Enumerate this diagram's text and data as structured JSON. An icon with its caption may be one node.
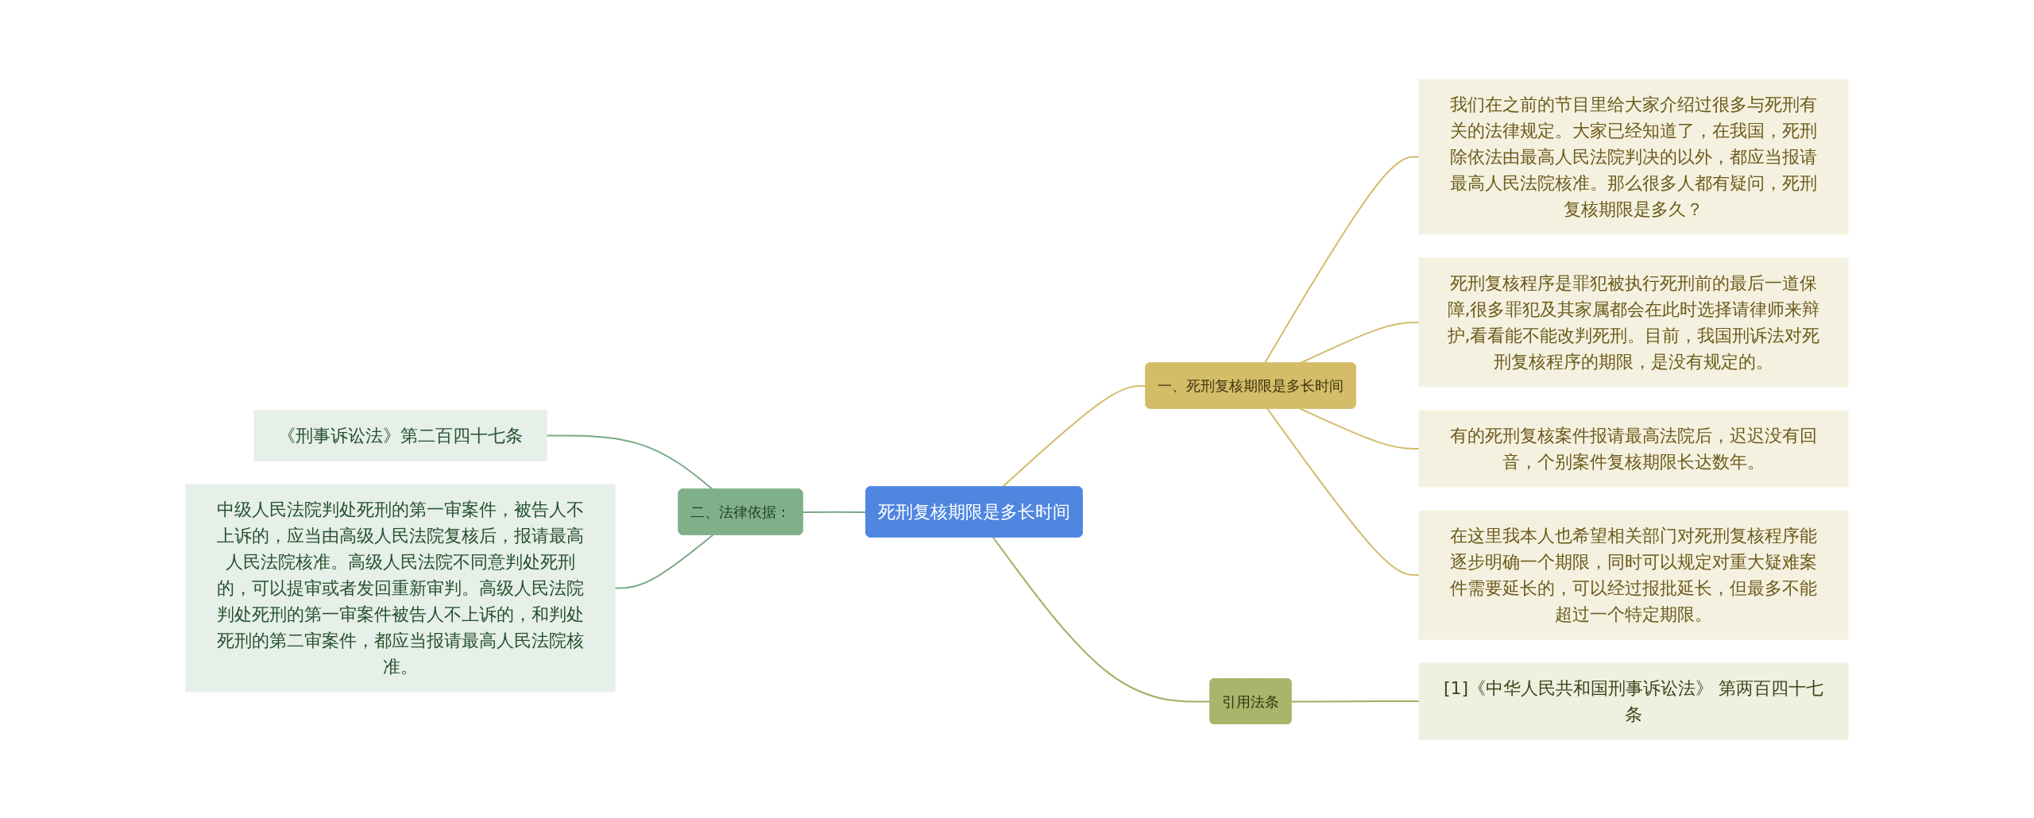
{
  "diagram": {
    "nodes": [
      {
        "text": [
          "死刑复核期限是多长时间"
        ]
      },
      {
        "text": [
          "一、死刑复核期限是多长时间"
        ]
      },
      {
        "text": [
          "我们在之前的节目里给大家介绍过很多与死刑有关的法律规定。大家已经知道了，在我国，死刑除依法由最高人民法院判决的以外，都应当报请最高人民法院核准。那么很多人都有疑问，死刑复核期限是多久？"
        ]
      },
      {
        "text": [
          "死刑复核程序是罪犯被执行死刑前的最后一道保障,很多罪犯及其家属都会在此时选择请律师来辩护,看看能不能改判死刑。目前，我国刑诉法对死刑复核程序的期限，是没有规定的。"
        ]
      },
      {
        "text": [
          "有的死刑复核案件报请最高法院后，迟迟没有回音，个别案件复核期限长达数年。"
        ]
      },
      {
        "text": [
          "在这里我本人也希望相关部门对死刑复核程序能逐步明确一个期限，同时可以规定对重大疑难案件需要延长的，可以经过报批延长，但最多不能超过一个特定期限。"
        ]
      },
      {
        "text": [
          "二、法律依据："
        ]
      },
      {
        "text": [
          "《刑事诉讼法》第二百四十七条"
        ]
      },
      {
        "text": [
          "中级人民法院判处死刑的第一审案件，被告人不上诉的，应当由高级人民法院复核后，报请最高人民法院核准。高级人民法院不同意判处死刑的，可以提审或者发回重新审判。高级人民法院判处死刑的第一审案件被告人不上诉的，和判处死刑的第二审案件，都应当报请最高人民法院核准。"
        ]
      },
      {
        "text": [
          "引用法条"
        ]
      },
      {
        "text": [
          "[1]《中华人民共和国刑事诉讼法》 第两百四十七条"
        ]
      }
    ],
    "edges": [
      {
        "from": 0,
        "to": 1,
        "arrow": "none"
      },
      {
        "from": 1,
        "to": 2,
        "arrow": "none"
      },
      {
        "from": 1,
        "to": 3,
        "arrow": "none"
      },
      {
        "from": 1,
        "to": 4,
        "arrow": "none"
      },
      {
        "from": 1,
        "to": 5,
        "arrow": "none"
      },
      {
        "from": 0,
        "to": 6,
        "arrow": "none",
        "color": "#7aa985"
      },
      {
        "from": 6,
        "to": 7,
        "arrow": "none",
        "color": "#7aa985"
      },
      {
        "from": 6,
        "to": 8,
        "arrow": "none",
        "color": "#7aa985"
      },
      {
        "from": 0,
        "to": 9,
        "arrow": "none",
        "color": "#a3ad62"
      },
      {
        "from": 9,
        "to": 10,
        "arrow": "none",
        "color": "#a3ad62"
      }
    ]
  }
}
